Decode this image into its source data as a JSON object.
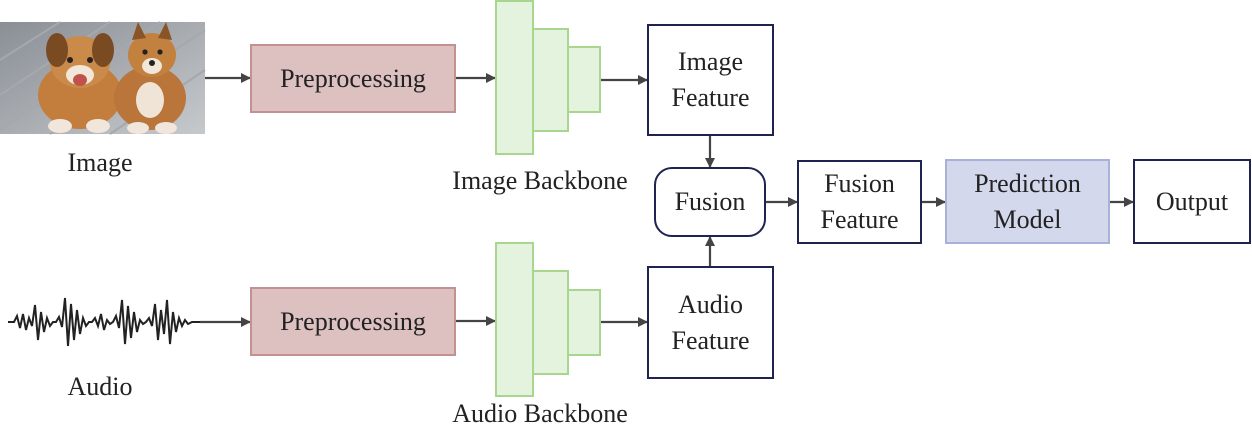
{
  "inputs": {
    "image_label": "Image",
    "audio_label": "Audio"
  },
  "image_branch": {
    "preprocessing": "Preprocessing",
    "backbone_label": "Image Backbone",
    "feature_line1": "Image",
    "feature_line2": "Feature"
  },
  "audio_branch": {
    "preprocessing": "Preprocessing",
    "backbone_label": "Audio Backbone",
    "feature_line1": "Audio",
    "feature_line2": "Feature"
  },
  "fusion": {
    "label": "Fusion",
    "feature_line1": "Fusion",
    "feature_line2": "Feature"
  },
  "prediction": {
    "line1": "Prediction",
    "line2": "Model"
  },
  "output": {
    "label": "Output"
  },
  "colors": {
    "preprocessing_fill": "#ddc0c0",
    "backbone_fill": "#e4f3dd",
    "backbone_border": "#a8d68f",
    "prediction_fill": "#d4d8ec",
    "box_border": "#1f2351",
    "arrow": "#444444"
  }
}
